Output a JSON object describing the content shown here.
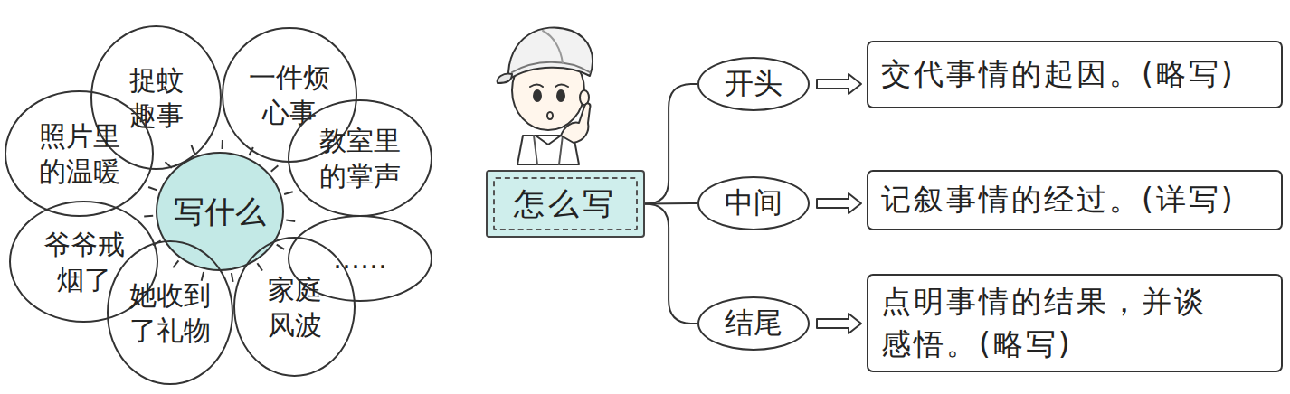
{
  "diagram": {
    "nodes": [
      {
        "text": [
          "捉蚊趣事"
        ]
      },
      {
        "text": [
          "一件烦心事"
        ]
      },
      {
        "text": [
          "照片里的温暖"
        ]
      },
      {
        "text": [
          "写什么"
        ]
      },
      {
        "text": [
          "教室里的掌声"
        ]
      },
      {
        "text": [
          "爷爷戒烟了"
        ]
      },
      {
        "text": [
          "……"
        ]
      },
      {
        "text": [
          "她收到了礼物"
        ]
      },
      {
        "text": [
          "家庭风波"
        ]
      },
      {
        "text": [
          "怎么写"
        ]
      },
      {
        "text": [
          "开头"
        ]
      },
      {
        "text": [
          "交代事情的起因。(略写)"
        ]
      },
      {
        "text": [
          "中间"
        ]
      },
      {
        "text": [
          "记叙事情的经过。(详写)"
        ]
      },
      {
        "text": [
          "结尾"
        ]
      },
      {
        "text": [
          "点明事情的结果，并谈感悟。(略写)"
        ]
      }
    ],
    "edges": [
      {
        "from": 9,
        "to": 10,
        "arrow": "none"
      },
      {
        "from": 9,
        "to": 12,
        "arrow": "none"
      },
      {
        "from": 9,
        "to": 14,
        "arrow": "none"
      },
      {
        "from": 10,
        "to": 11,
        "arrow": "to"
      },
      {
        "from": 12,
        "to": 13,
        "arrow": "to"
      },
      {
        "from": 14,
        "to": 15,
        "arrow": "to"
      }
    ]
  }
}
